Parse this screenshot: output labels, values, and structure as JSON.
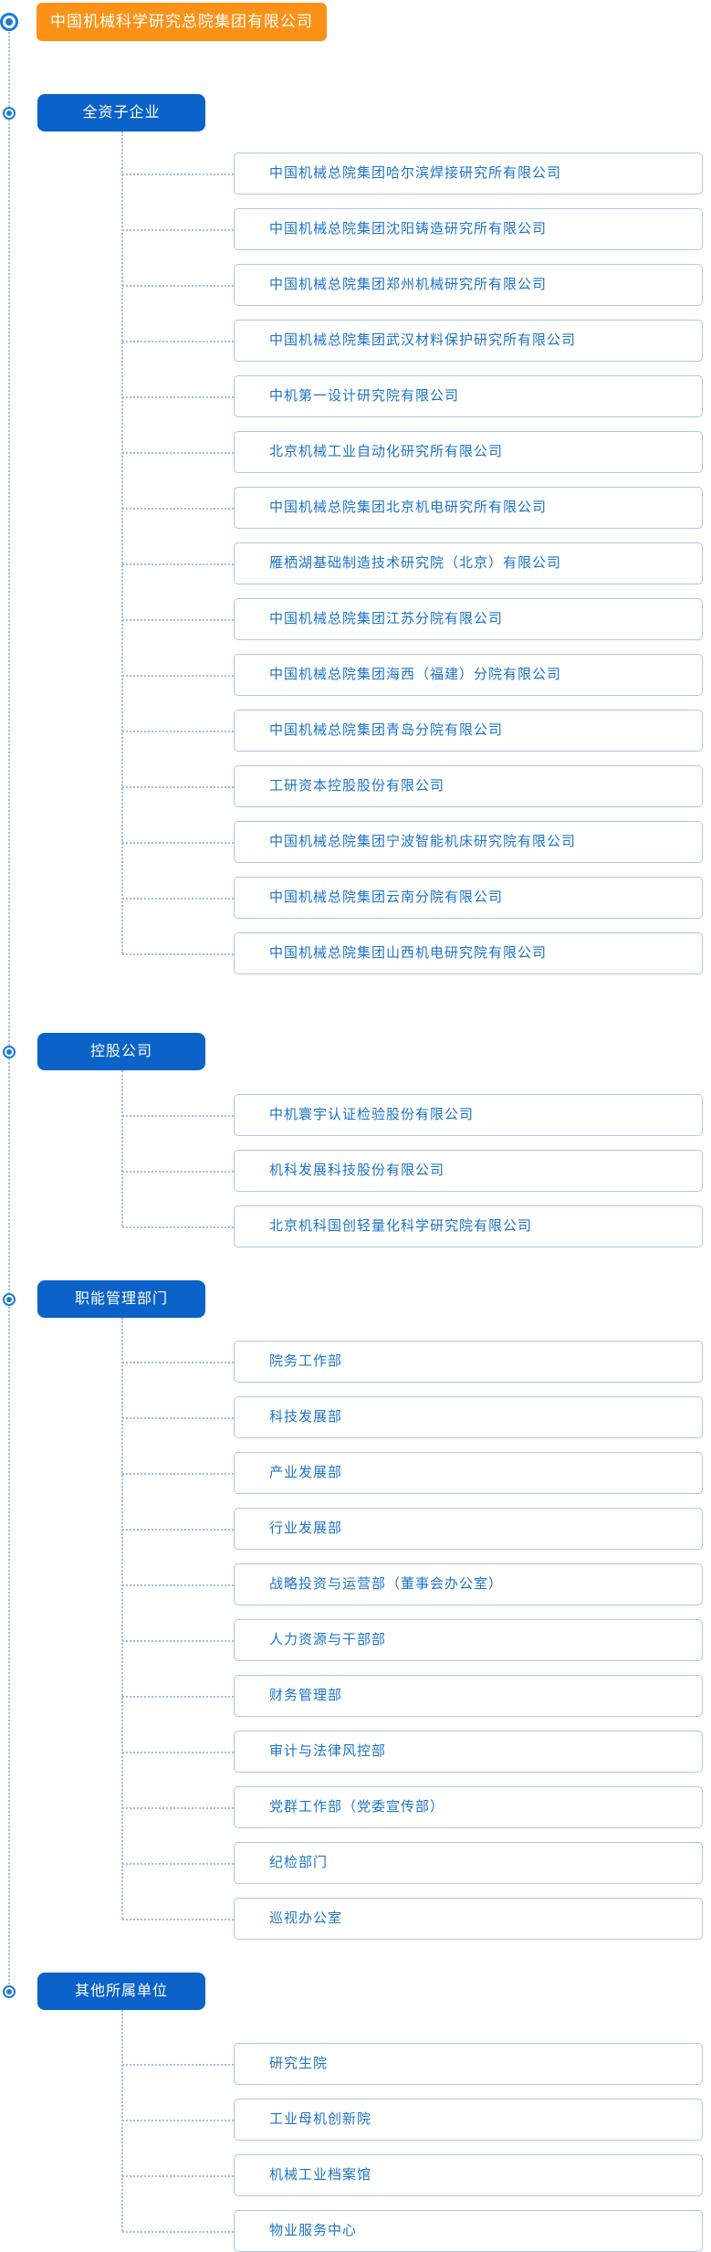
{
  "root": {
    "title": "中国机械科学研究总院集团有限公司"
  },
  "colors": {
    "root_box": "#fb9217",
    "section_box": "#0b62c8",
    "item_border": "#a9c9ed",
    "item_text": "#1b74c9",
    "connector": "#9cc0e8",
    "bullet": "#1c7cd5"
  },
  "icons": {
    "node_bullet": "radio-target-icon"
  },
  "sections": [
    {
      "label": "全资子企业",
      "items": [
        "中国机械总院集团哈尔滨焊接研究所有限公司",
        "中国机械总院集团沈阳铸造研究所有限公司",
        "中国机械总院集团郑州机械研究所有限公司",
        "中国机械总院集团武汉材料保护研究所有限公司",
        "中机第一设计研究院有限公司",
        "北京机械工业自动化研究所有限公司",
        "中国机械总院集团北京机电研究所有限公司",
        "雁栖湖基础制造技术研究院（北京）有限公司",
        "中国机械总院集团江苏分院有限公司",
        "中国机械总院集团海西（福建）分院有限公司",
        "中国机械总院集团青岛分院有限公司",
        "工研资本控股股份有限公司",
        "中国机械总院集团宁波智能机床研究院有限公司",
        "中国机械总院集团云南分院有限公司",
        "中国机械总院集团山西机电研究院有限公司"
      ]
    },
    {
      "label": "控股公司",
      "items": [
        "中机寰宇认证检验股份有限公司",
        "机科发展科技股份有限公司",
        "北京机科国创轻量化科学研究院有限公司"
      ]
    },
    {
      "label": "职能管理部门",
      "items": [
        "院务工作部",
        "科技发展部",
        "产业发展部",
        "行业发展部",
        "战略投资与运营部（董事会办公室）",
        "人力资源与干部部",
        "财务管理部",
        "审计与法律风控部",
        "党群工作部（党委宣传部）",
        "纪检部门",
        "巡视办公室"
      ]
    },
    {
      "label": "其他所属单位",
      "items": [
        "研究生院",
        "工业母机创新院",
        "机械工业档案馆",
        "物业服务中心"
      ]
    }
  ]
}
